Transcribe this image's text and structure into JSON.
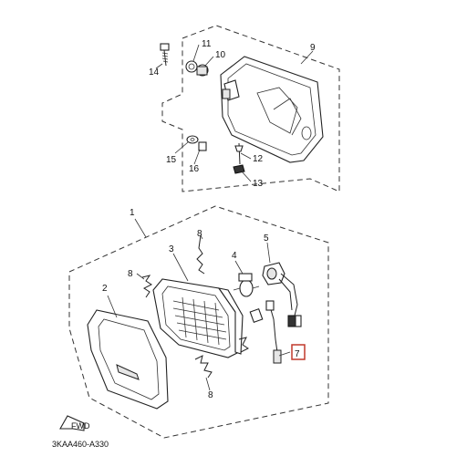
{
  "callouts": {
    "c1": "1",
    "c2": "2",
    "c3": "3",
    "c4": "4",
    "c5": "5",
    "c7": "7",
    "c8a": "8",
    "c8b": "8",
    "c8c": "8",
    "c9": "9",
    "c10": "10",
    "c11": "11",
    "c12": "12",
    "c13": "13",
    "c14": "14",
    "c15": "15",
    "c16": "16"
  },
  "fwd_label": "FWD",
  "diagram_code": "3KAA460-A330",
  "colors": {
    "highlight_box": "#c0392b"
  }
}
